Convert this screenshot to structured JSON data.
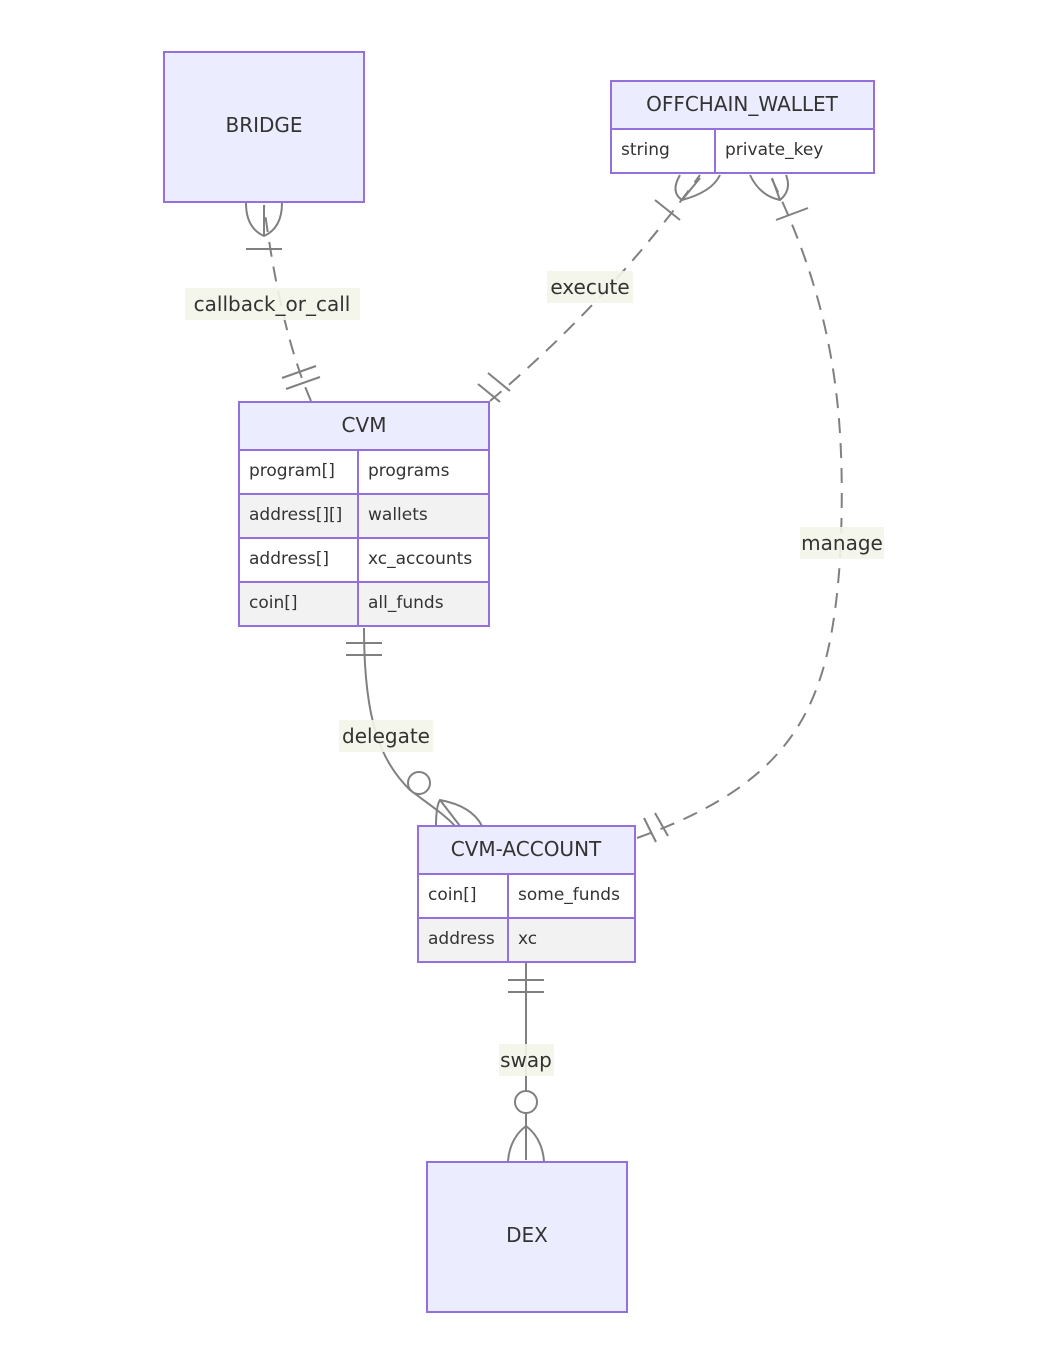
{
  "entities": {
    "bridge": {
      "name": "BRIDGE"
    },
    "offchain_wallet": {
      "name": "OFFCHAIN_WALLET",
      "attributes": [
        {
          "type": "string",
          "name": "private_key"
        }
      ]
    },
    "cvm": {
      "name": "CVM",
      "attributes": [
        {
          "type": "program[]",
          "name": "programs"
        },
        {
          "type": "address[][]",
          "name": "wallets"
        },
        {
          "type": "address[]",
          "name": "xc_accounts"
        },
        {
          "type": "coin[]",
          "name": "all_funds"
        }
      ]
    },
    "cvm_account": {
      "name": "CVM-ACCOUNT",
      "attributes": [
        {
          "type": "coin[]",
          "name": "some_funds"
        },
        {
          "type": "address",
          "name": "xc"
        }
      ]
    },
    "dex": {
      "name": "DEX"
    }
  },
  "relationships": {
    "callback_or_call": {
      "label": "callback_or_call",
      "from": "CVM",
      "to": "BRIDGE",
      "from_cardinality": "exactly-one",
      "to_cardinality": "one-or-more",
      "style": "dashed"
    },
    "execute": {
      "label": "execute",
      "from": "CVM",
      "to": "OFFCHAIN_WALLET",
      "from_cardinality": "exactly-one",
      "to_cardinality": "one-or-more",
      "style": "dashed"
    },
    "manage": {
      "label": "manage",
      "from": "CVM-ACCOUNT",
      "to": "OFFCHAIN_WALLET",
      "from_cardinality": "exactly-one",
      "to_cardinality": "one-or-more",
      "style": "dashed"
    },
    "delegate": {
      "label": "delegate",
      "from": "CVM",
      "to": "CVM-ACCOUNT",
      "from_cardinality": "exactly-one",
      "to_cardinality": "zero-or-more",
      "style": "solid"
    },
    "swap": {
      "label": "swap",
      "from": "CVM-ACCOUNT",
      "to": "DEX",
      "from_cardinality": "exactly-one",
      "to_cardinality": "zero-or-more",
      "style": "solid"
    }
  },
  "colors": {
    "entity_fill": "#ECECFF",
    "entity_border": "#9370DB",
    "attribute_row_odd": "#ffffff",
    "attribute_row_even": "#f2f2f2",
    "line": "#808080",
    "label_background": "#f3f5e9",
    "text": "#333333"
  }
}
